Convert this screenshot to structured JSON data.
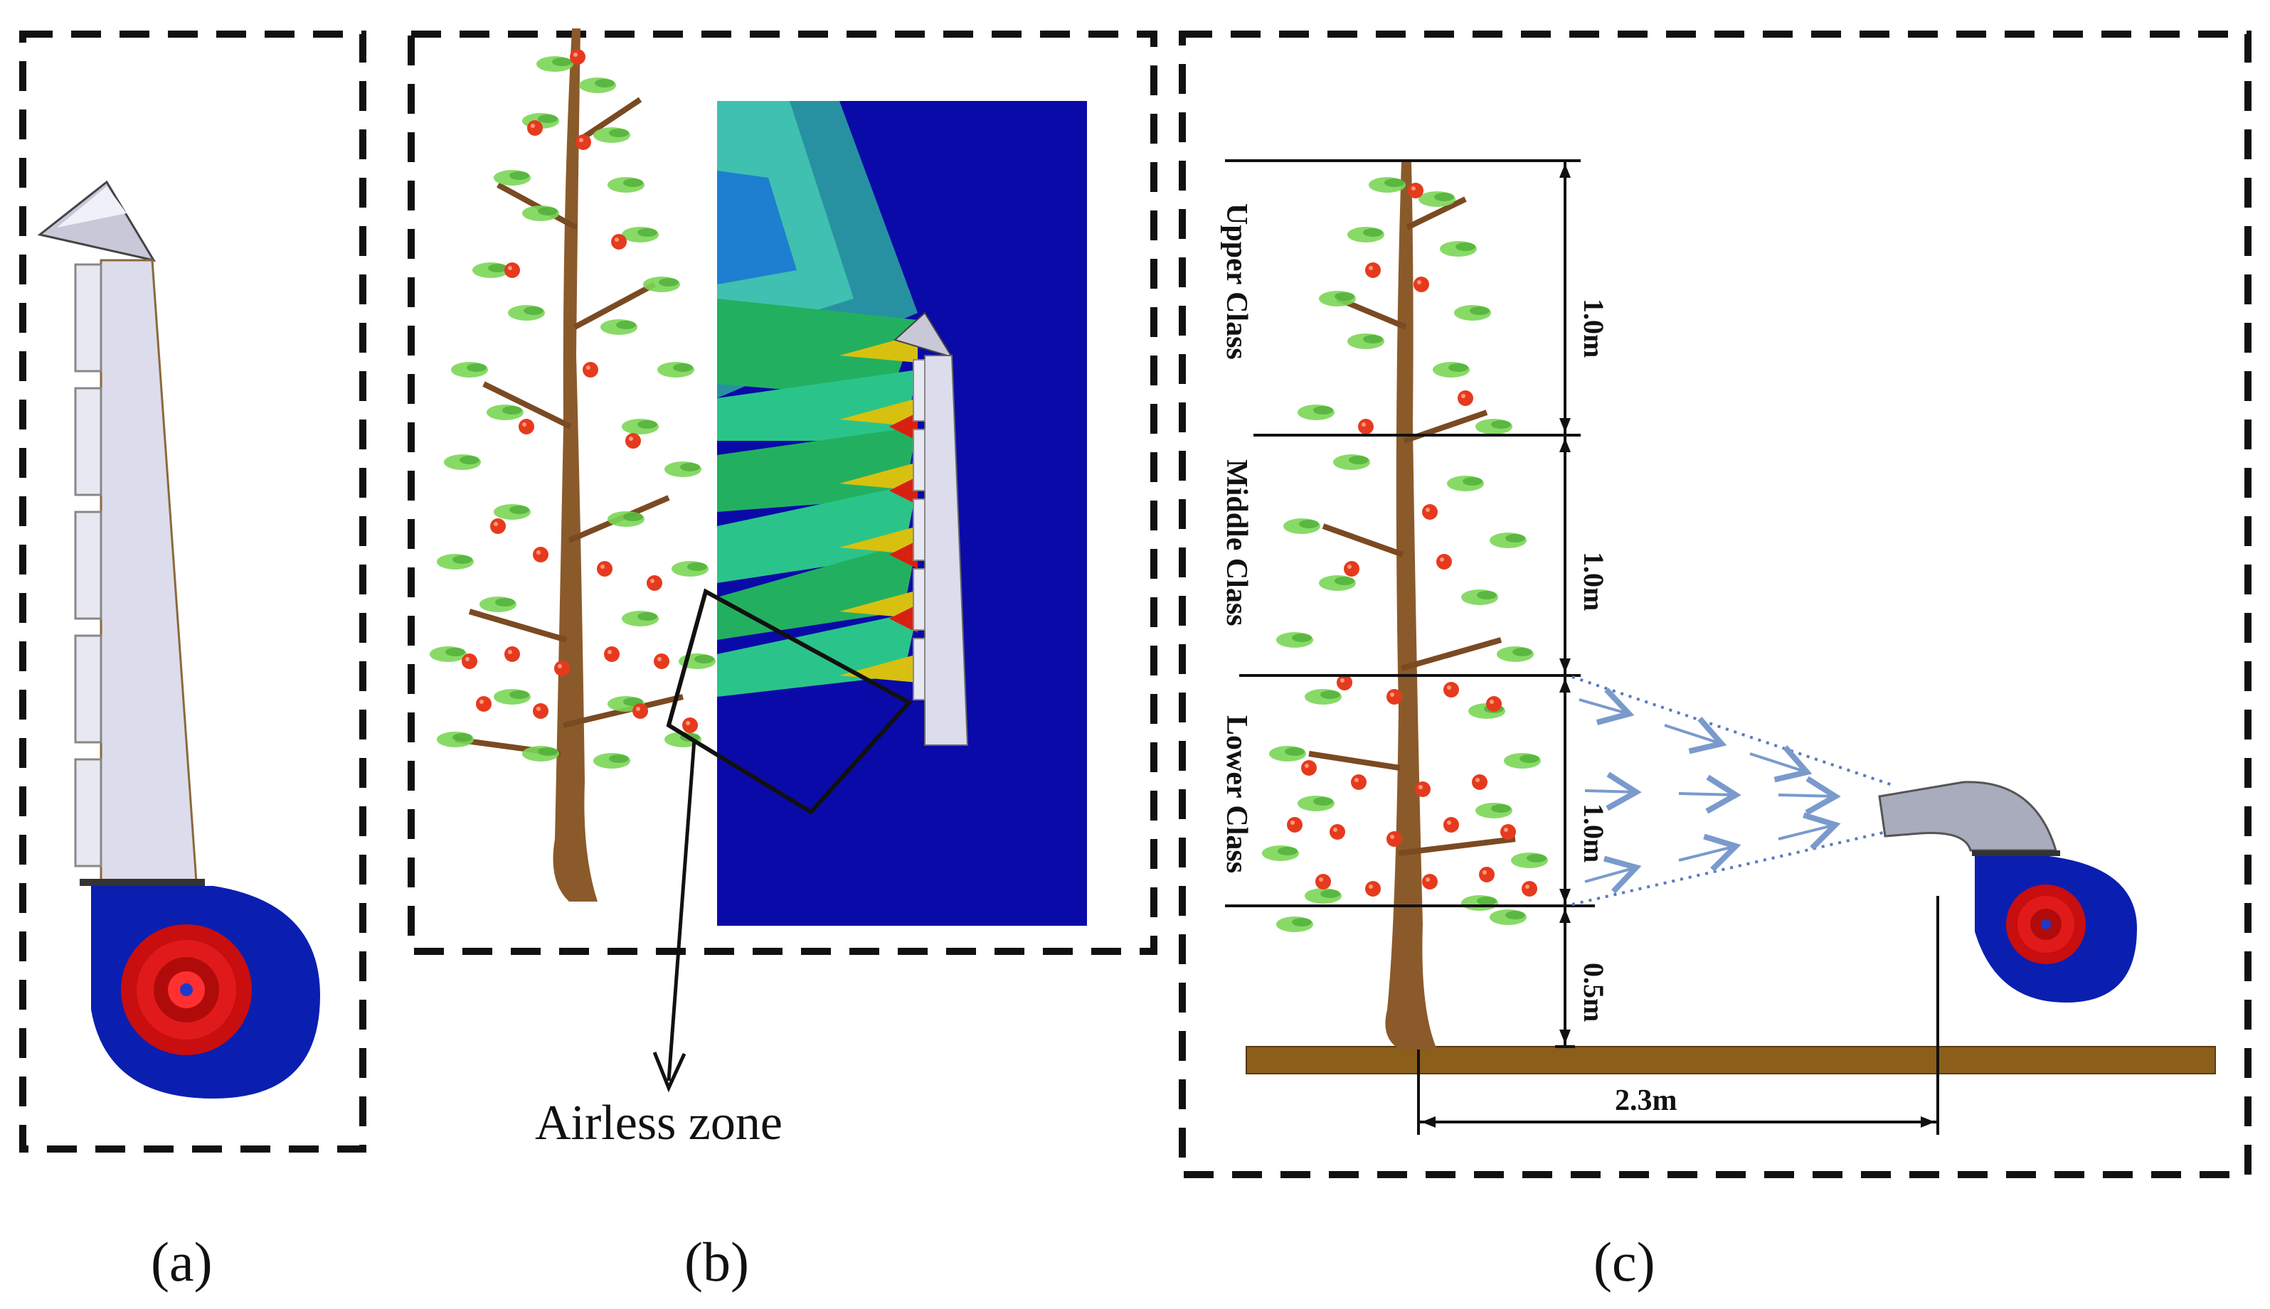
{
  "panels": {
    "a": {
      "caption": "(a)"
    },
    "b": {
      "caption": "(b)",
      "callout": "Airless zone"
    },
    "c": {
      "caption": "(c)",
      "classes": {
        "upper": "Upper Class",
        "middle": "Middle Class",
        "lower": "Lower Class"
      },
      "dimensions": {
        "upper": "1.0m",
        "middle": "1.0m",
        "lower": "1.0m",
        "trunk": "0.5m",
        "distance": "2.3m"
      }
    }
  },
  "colors": {
    "fan_housing": "#0a1fb0",
    "fan_impeller": "#d01010",
    "duct": "#dcdcec",
    "cfd_background": "#0a0aa8",
    "foliage": "#6fcf4f",
    "fruit": "#e63a1e",
    "trunk": "#8b5a2b",
    "ground": "#8b5e1a",
    "airflow_arrow": "#7a9acc"
  }
}
